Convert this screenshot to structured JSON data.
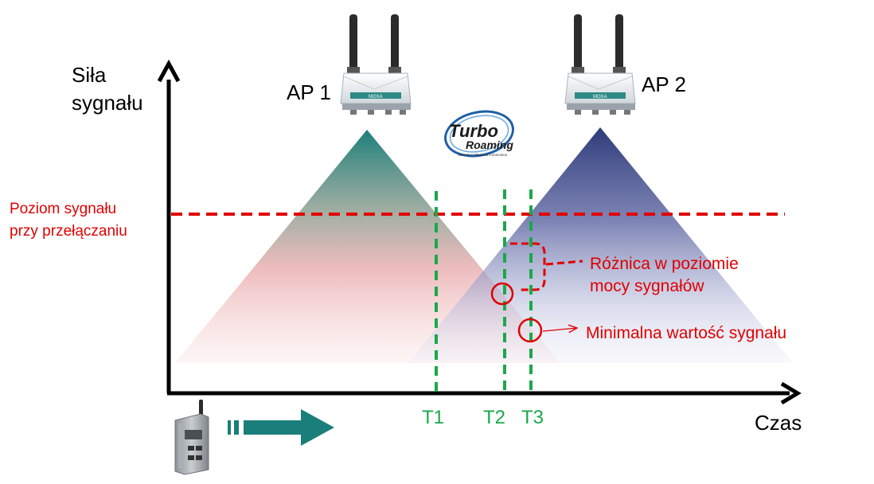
{
  "axes": {
    "y_label_line1": "Siła",
    "y_label_line2": "sygnału",
    "x_label": "Czas"
  },
  "access_points": [
    {
      "label": "AP 1",
      "brand": "MOXA",
      "beam_color": "#1a7f7a"
    },
    {
      "label": "AP 2",
      "brand": "MOXA",
      "beam_color": "#1f2f7a"
    }
  ],
  "logo": {
    "line1": "Turbo",
    "line2": "Roaming",
    "tagline": "Seamless Wireless Connection"
  },
  "threshold": {
    "label_line1": "Poziom sygnału",
    "label_line2": "przy przełączaniu",
    "color": "#e00000"
  },
  "markers": [
    {
      "label": "T1"
    },
    {
      "label": "T2"
    },
    {
      "label": "T3"
    }
  ],
  "marker_color": "#1aa84a",
  "annotations": {
    "difference_line1": "Różnica w poziomie",
    "difference_line2": "mocy sygnałów",
    "minimum": "Minimalna wartość sygnału"
  },
  "client": {
    "device_icon": "wireless-client-device-icon",
    "movement_icon": "movement-arrow-icon",
    "movement_color": "#1a7f7a"
  }
}
